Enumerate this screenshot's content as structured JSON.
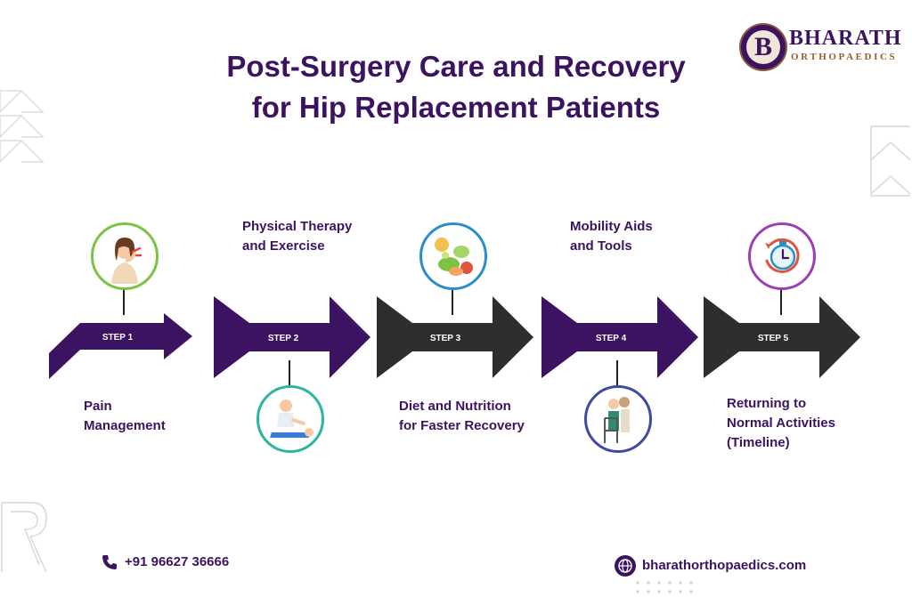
{
  "title": {
    "line1": "Post-Surgery Care and Recovery",
    "line2": "for Hip Replacement Patients"
  },
  "logo": {
    "letter": "B",
    "name": "BHARATH",
    "subtitle": "ORTHOPAEDICS"
  },
  "steps": [
    {
      "tag": "STEP 1",
      "label_lines": [
        "Pain",
        "Management"
      ],
      "icon": "woman-neck-pain-icon",
      "ring_color": "#7dc242"
    },
    {
      "tag": "STEP 2",
      "label_lines": [
        "Physical Therapy",
        "and Exercise"
      ],
      "icon": "physical-therapy-icon",
      "ring_color": "#2bb5a0"
    },
    {
      "tag": "STEP 3",
      "label_lines": [
        "Diet and Nutrition",
        "for Faster Recovery"
      ],
      "icon": "healthy-food-icon",
      "ring_color": "#2a8fc9"
    },
    {
      "tag": "STEP 4",
      "label_lines": [
        "Mobility Aids",
        "and Tools"
      ],
      "icon": "walker-elderly-icon",
      "ring_color": "#3f4aa0"
    },
    {
      "tag": "STEP 5",
      "label_lines": [
        "Returning to",
        "Normal Activities",
        "(Timeline)"
      ],
      "icon": "clock-timeline-icon",
      "ring_color": "#9b3fb5"
    }
  ],
  "colors": {
    "purple": "#3b1360",
    "dark_gray": "#2e2e2e",
    "accent_brown": "#9a5b2c"
  },
  "contact": {
    "phone": "+91 96627 36666",
    "website": "bharathorthopaedics.com"
  }
}
